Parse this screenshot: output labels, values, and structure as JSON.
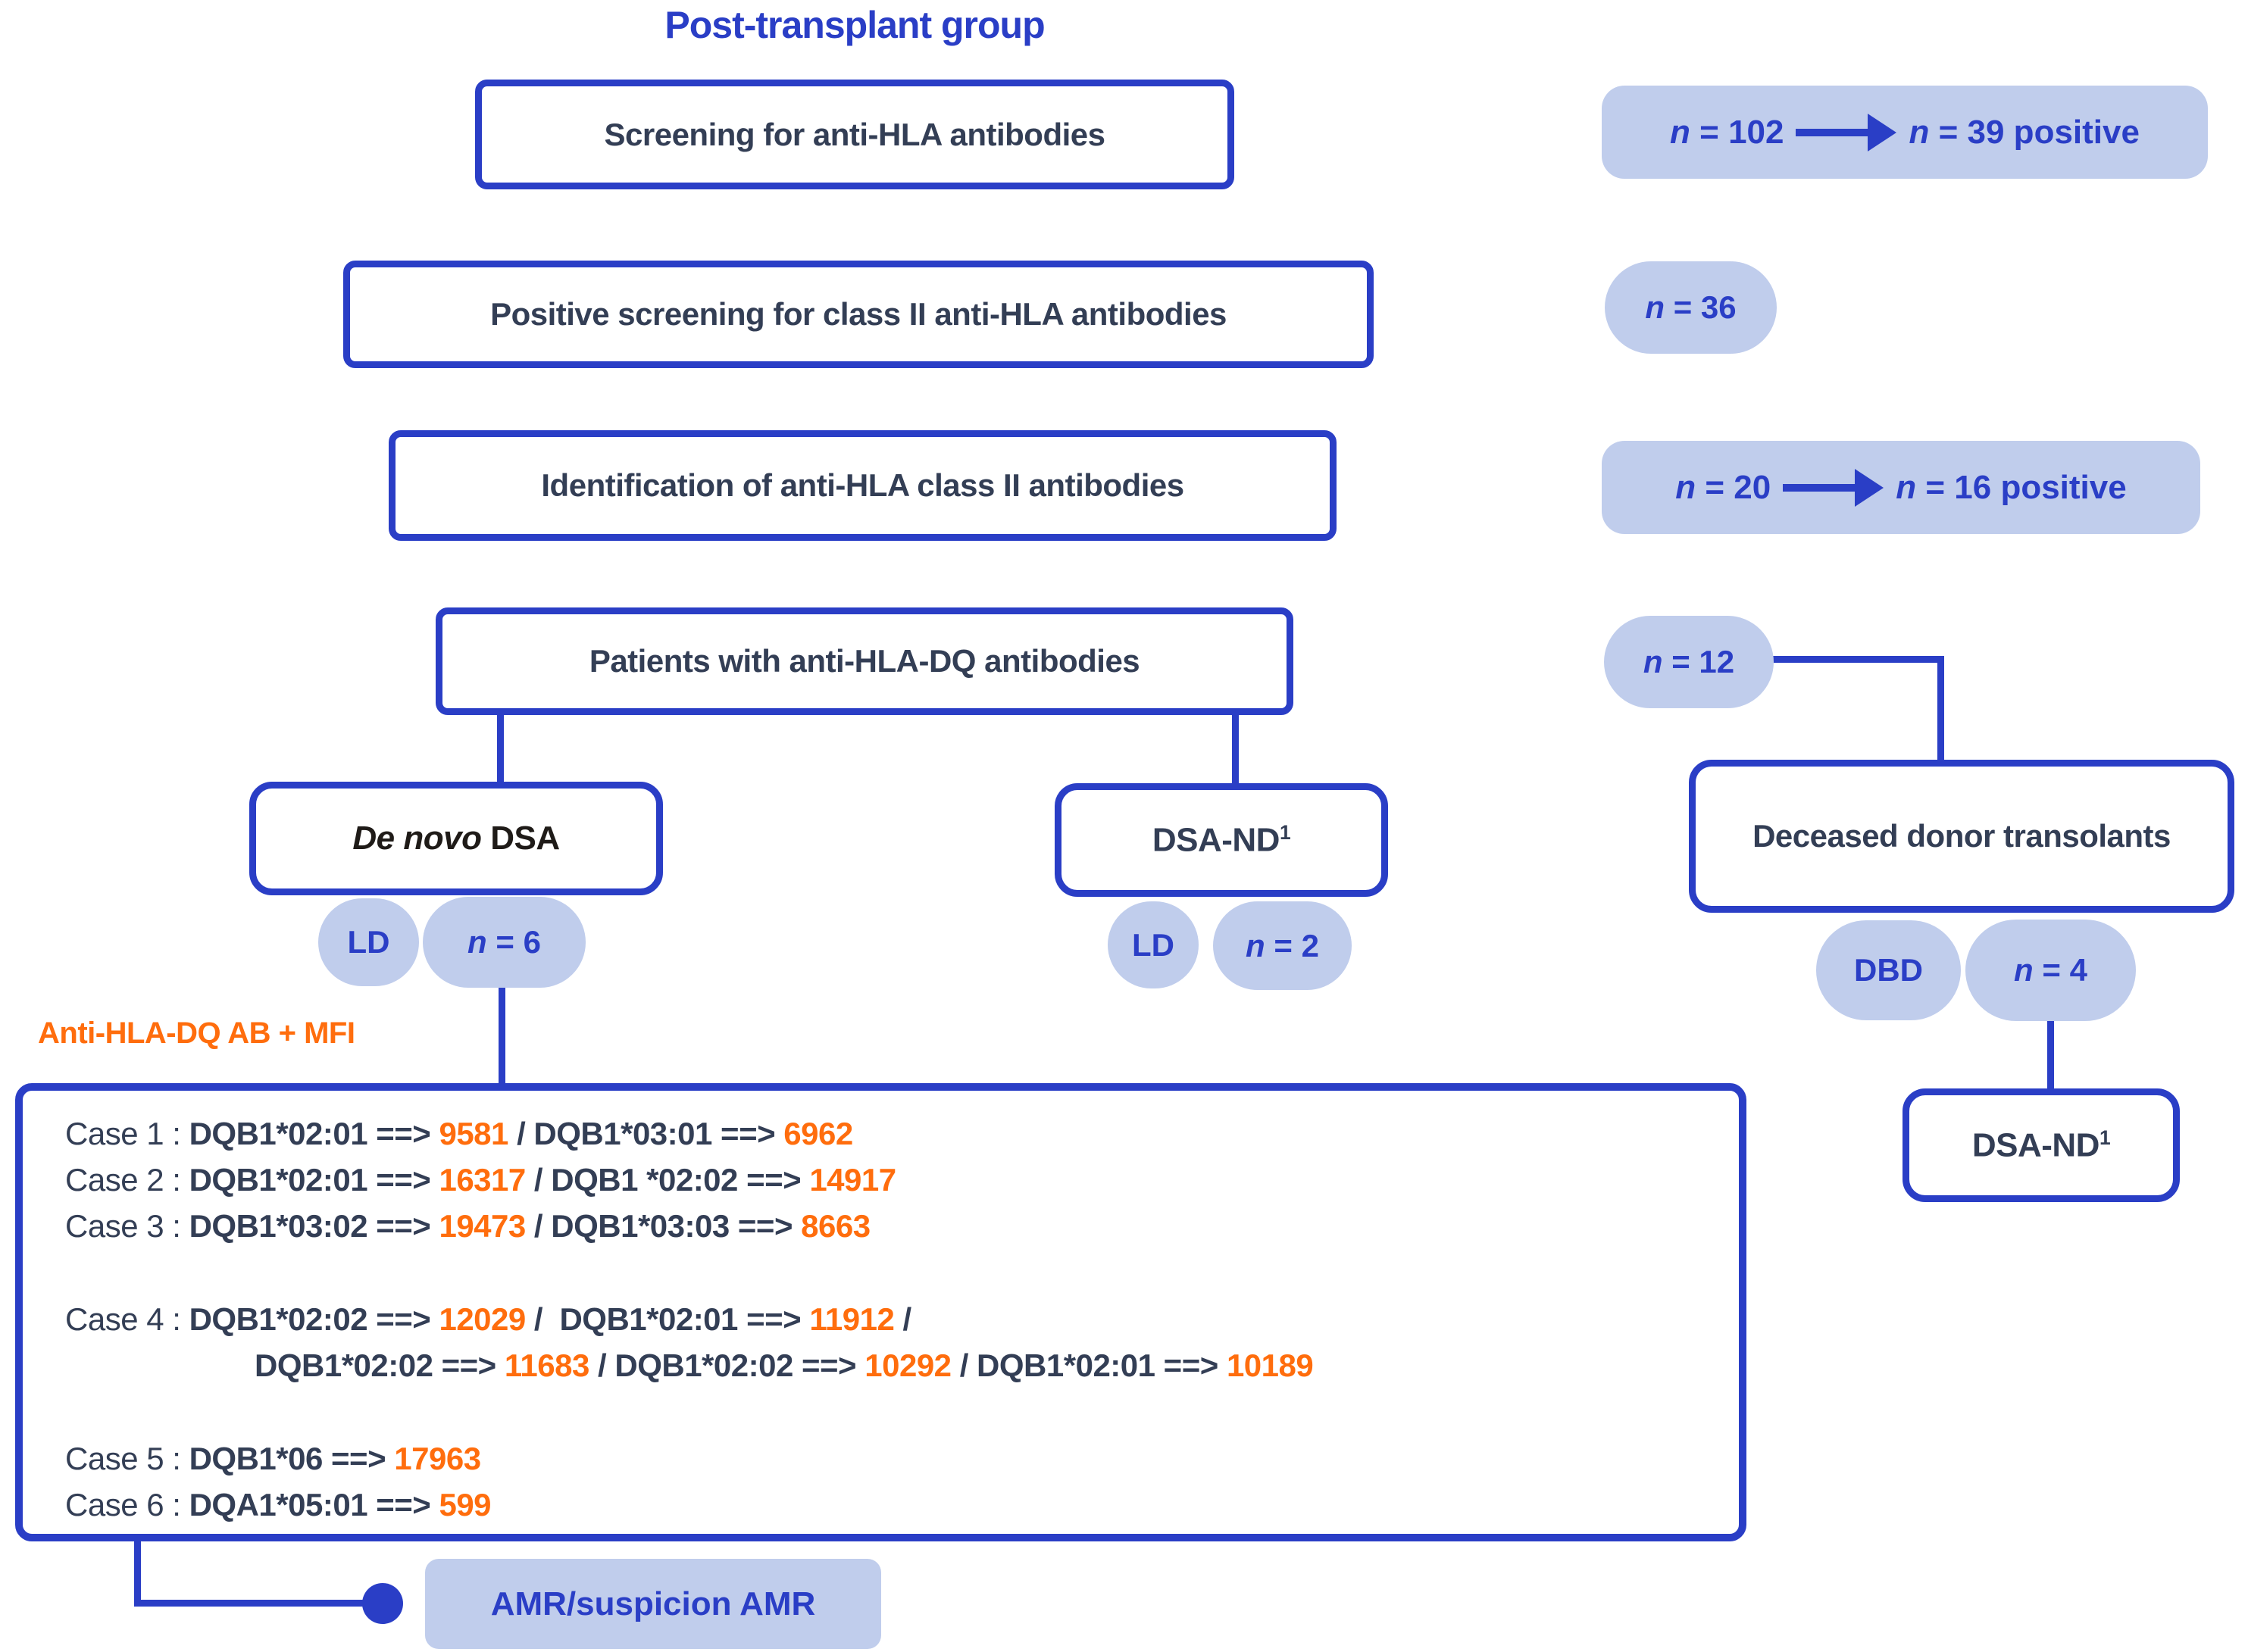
{
  "title": "Post-transplant group",
  "colors": {
    "primary_blue": "#2a3ec6",
    "pill_bg": "#c0cdec",
    "box_text": "#333e55",
    "mfi_orange": "#ff6d0d",
    "de_novo_text": "#1f1b18"
  },
  "flow": {
    "step1": {
      "label": "Screening for anti-HLA antibodies",
      "badge": {
        "n1": "n",
        "left": " = 102",
        "n2": "n",
        "right": " = 39 positive"
      }
    },
    "step2": {
      "label": "Positive screening for class II anti-HLA antibodies",
      "badge": {
        "n": "n",
        "value": " = 36"
      }
    },
    "step3": {
      "label": "Identification of anti-HLA class II antibodies",
      "badge": {
        "n1": "n",
        "left": " = 20",
        "n2": "n",
        "right": " = 16 positive"
      }
    },
    "step4": {
      "label": "Patients with anti-HLA-DQ antibodies",
      "badge": {
        "n": "n",
        "value": " = 12"
      }
    }
  },
  "branches": {
    "de_novo": {
      "italic": "De novo",
      "rest": " DSA",
      "ld": "LD",
      "n": "n",
      "count": " = 6"
    },
    "dsa_nd": {
      "label": "DSA-ND",
      "sup": "1",
      "ld": "LD",
      "n": "n",
      "count": " = 2"
    },
    "deceased": {
      "label": "Deceased donor transolants",
      "dbd": "DBD",
      "n": "n",
      "count": " = 4",
      "child_label": "DSA-ND",
      "child_sup": "1"
    }
  },
  "mfi_section": {
    "heading": "Anti-HLA-DQ AB + MFI",
    "lines": [
      {
        "gap": false,
        "indent": false,
        "tokens": [
          [
            "p",
            "Case 1 : "
          ],
          [
            "b",
            "DQB1*02:01 ==> "
          ],
          [
            "o",
            "9581"
          ],
          [
            "b",
            " / DQB1*03:01 ==> "
          ],
          [
            "o",
            "6962"
          ]
        ]
      },
      {
        "gap": false,
        "indent": false,
        "tokens": [
          [
            "p",
            "Case 2 : "
          ],
          [
            "b",
            "DQB1*02:01 ==> "
          ],
          [
            "o",
            "16317"
          ],
          [
            "b",
            " / DQB1 *02:02 ==> "
          ],
          [
            "o",
            "14917"
          ]
        ]
      },
      {
        "gap": false,
        "indent": false,
        "tokens": [
          [
            "p",
            "Case 3 : "
          ],
          [
            "b",
            "DQB1*03:02 ==> "
          ],
          [
            "o",
            "19473"
          ],
          [
            "b",
            " / DQB1*03:03 ==> "
          ],
          [
            "o",
            "8663"
          ]
        ]
      },
      {
        "gap": true,
        "indent": false,
        "tokens": [
          [
            "p",
            "Case 4 : "
          ],
          [
            "b",
            "DQB1*02:02 ==> "
          ],
          [
            "o",
            "12029"
          ],
          [
            "b",
            " /  DQB1*02:01 ==> "
          ],
          [
            "o",
            "11912"
          ],
          [
            "b",
            " /"
          ]
        ]
      },
      {
        "gap": false,
        "indent": true,
        "tokens": [
          [
            "b",
            "DQB1*02:02 ==> "
          ],
          [
            "o",
            "11683"
          ],
          [
            "b",
            " / DQB1*02:02 ==> "
          ],
          [
            "o",
            "10292"
          ],
          [
            "b",
            " / DQB1*02:01 ==> "
          ],
          [
            "o",
            "10189"
          ]
        ]
      },
      {
        "gap": true,
        "indent": false,
        "tokens": [
          [
            "p",
            "Case 5 : "
          ],
          [
            "b",
            "DQB1*06 ==> "
          ],
          [
            "o",
            "17963"
          ]
        ]
      },
      {
        "gap": false,
        "indent": false,
        "tokens": [
          [
            "p",
            "Case 6 : "
          ],
          [
            "b",
            "DQA1*05:01 ==> "
          ],
          [
            "o",
            "599"
          ]
        ]
      }
    ]
  },
  "outcome": {
    "label": "AMR/suspicion AMR"
  }
}
